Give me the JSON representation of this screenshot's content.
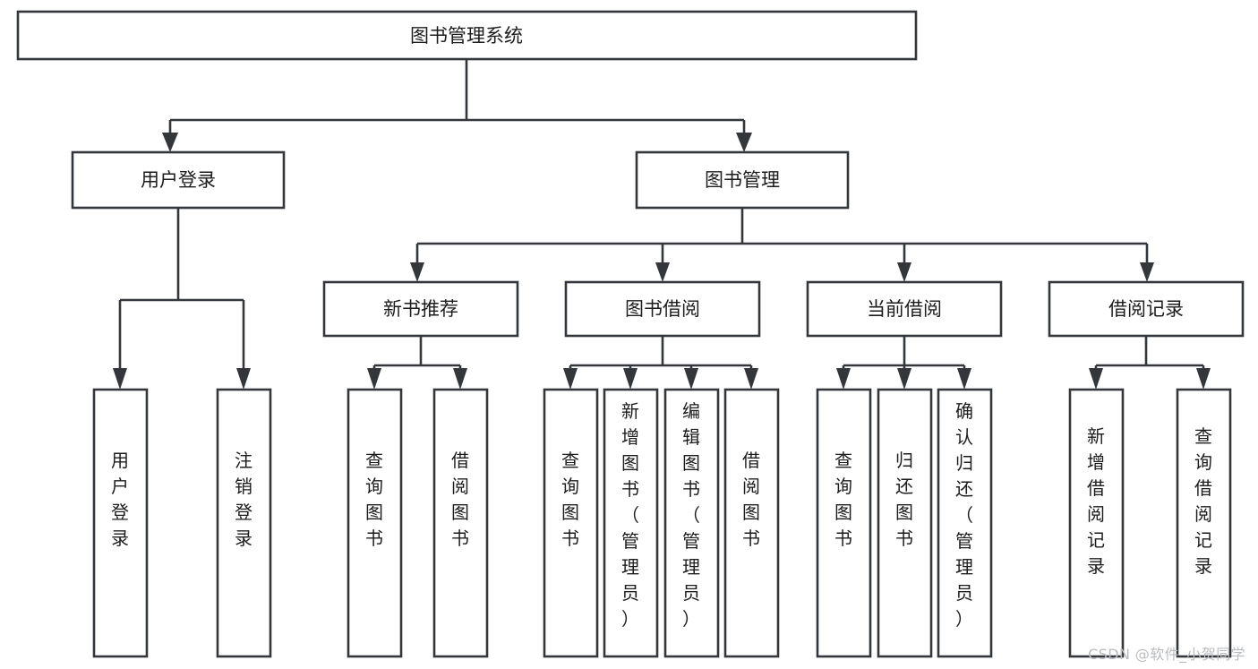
{
  "diagram": {
    "type": "tree",
    "title": "图书管理系统",
    "watermark": "CSDN @软件_小贺同学",
    "colors": {
      "box_stroke": "#33373b",
      "box_fill": "#ffffff",
      "text": "#1c1c1c",
      "background": "#ffffff",
      "watermark": "#b8bcc0"
    },
    "root": {
      "label": "图书管理系统"
    },
    "level2": [
      {
        "label": "用户登录"
      },
      {
        "label": "图书管理"
      }
    ],
    "level3": [
      {
        "label": "新书推荐"
      },
      {
        "label": "图书借阅"
      },
      {
        "label": "当前借阅"
      },
      {
        "label": "借阅记录"
      }
    ],
    "leaves": {
      "user_login": [
        {
          "label": "用户登录",
          "lines": [
            "用",
            "户",
            "登",
            "录"
          ]
        },
        {
          "label": "注销登录",
          "lines": [
            "注",
            "销",
            "登",
            "录"
          ]
        }
      ],
      "new_book_recommend": [
        {
          "label": "查询图书",
          "lines": [
            "查",
            "询",
            "图",
            "书"
          ]
        },
        {
          "label": "借阅图书",
          "lines": [
            "借",
            "阅",
            "图",
            "书"
          ]
        }
      ],
      "book_borrow": [
        {
          "label": "查询图书",
          "lines": [
            "查",
            "询",
            "图",
            "书"
          ]
        },
        {
          "label": "新增图书（管理员）",
          "lines": [
            "新",
            "增",
            "图",
            "书",
            "（",
            "管",
            "理",
            "员",
            "）"
          ]
        },
        {
          "label": "编辑图书（管理员）",
          "lines": [
            "编",
            "辑",
            "图",
            "书",
            "（",
            "管",
            "理",
            "员",
            "）"
          ]
        },
        {
          "label": "借阅图书",
          "lines": [
            "借",
            "阅",
            "图",
            "书"
          ]
        }
      ],
      "current_borrow": [
        {
          "label": "查询图书",
          "lines": [
            "查",
            "询",
            "图",
            "书"
          ]
        },
        {
          "label": "归还图书",
          "lines": [
            "归",
            "还",
            "图",
            "书"
          ]
        },
        {
          "label": "确认归还（管理员）",
          "lines": [
            "确",
            "认",
            "归",
            "还",
            "（",
            "管",
            "理",
            "员",
            "）"
          ]
        }
      ],
      "borrow_record": [
        {
          "label": "新增借阅记录",
          "lines": [
            "新",
            "增",
            "借",
            "阅",
            "记",
            "录"
          ]
        },
        {
          "label": "查询借阅记录",
          "lines": [
            "查",
            "询",
            "借",
            "阅",
            "记",
            "录"
          ]
        }
      ]
    }
  }
}
